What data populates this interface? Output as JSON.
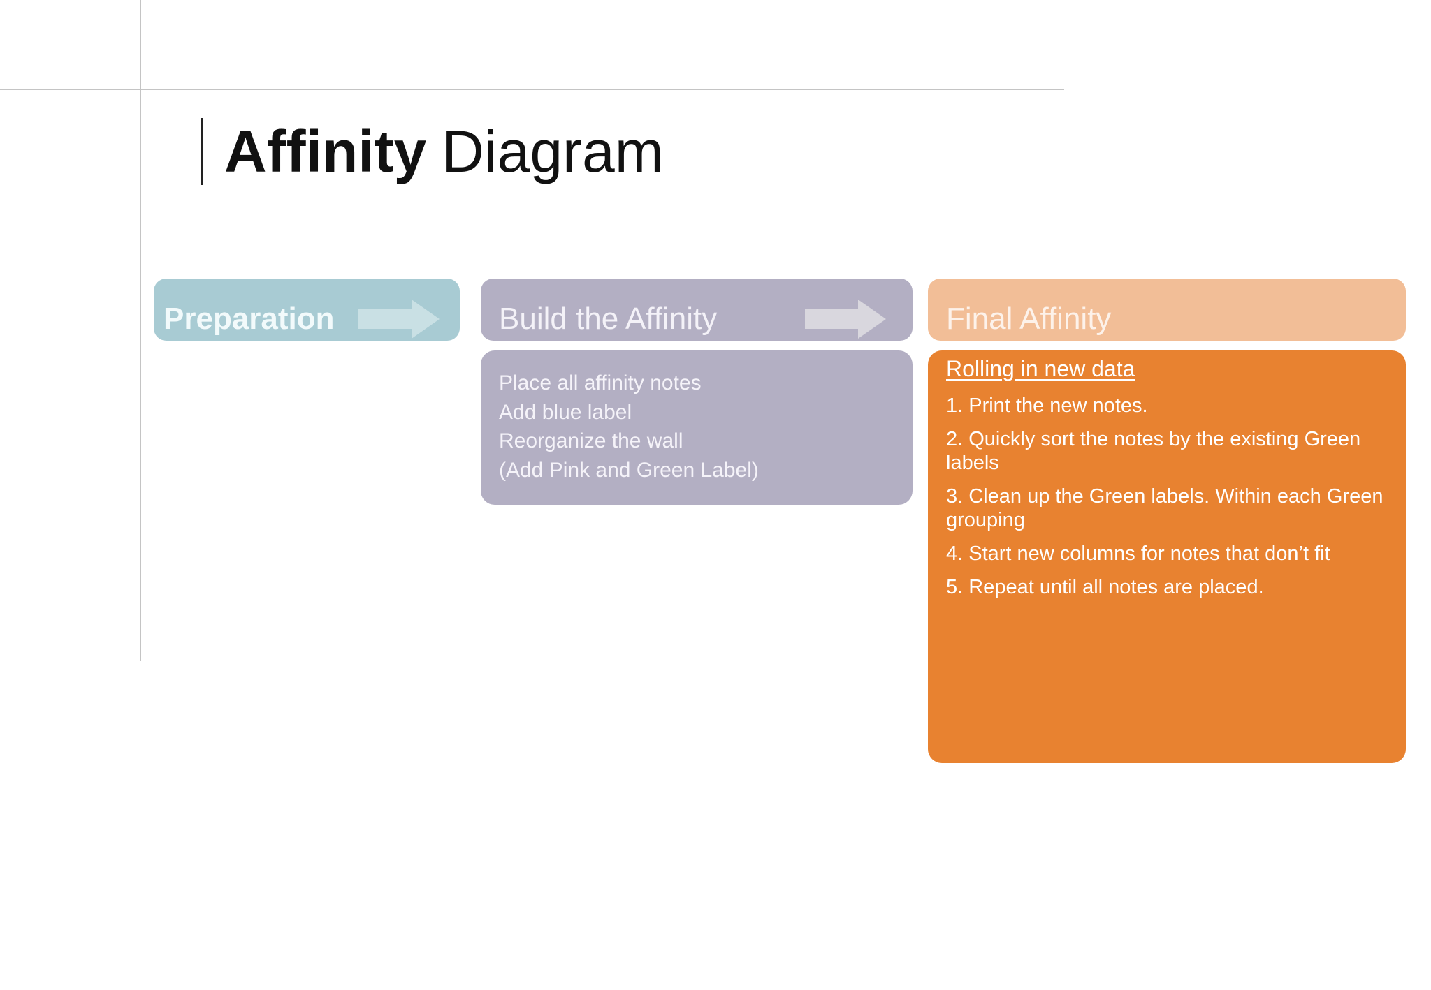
{
  "title": {
    "bold": "Affinity",
    "normal": "Diagram"
  },
  "stages": {
    "preparation": {
      "label": "Preparation"
    },
    "build": {
      "label": "Build the Affinity",
      "items": [
        "Place all affinity notes",
        "Add blue label",
        "Reorganize the wall",
        "(Add Pink and Green Label)"
      ]
    },
    "final": {
      "label": "Final Affinity",
      "heading": "Rolling in new data",
      "steps": [
        "1. Print the new notes.",
        "2. Quickly sort the notes by the existing Green labels",
        "3. Clean up the Green labels. Within each Green grouping",
        "4. Start new columns for notes that don’t fit",
        "5. Repeat until all notes are placed."
      ]
    }
  },
  "colors": {
    "preparation": "#a8cbd3",
    "build": "#b3afc3",
    "final_header": "#f2be97",
    "final_body": "#e88230",
    "arrow": "#d9d7de"
  }
}
